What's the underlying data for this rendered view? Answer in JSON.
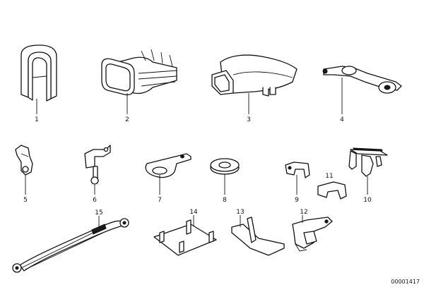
{
  "parts": [
    {
      "number": "1",
      "icon": "end-cap-icon"
    },
    {
      "number": "2",
      "icon": "boot-cover-icon"
    },
    {
      "number": "3",
      "icon": "terminal-cover-icon"
    },
    {
      "number": "4",
      "icon": "cable-holder-icon"
    },
    {
      "number": "5",
      "icon": "cable-clip-icon"
    },
    {
      "number": "6",
      "icon": "cable-clip-icon"
    },
    {
      "number": "7",
      "icon": "bracket-icon"
    },
    {
      "number": "8",
      "icon": "grommet-icon"
    },
    {
      "number": "9",
      "icon": "clip-icon"
    },
    {
      "number": "10",
      "icon": "clip-strip-icon"
    },
    {
      "number": "11",
      "icon": "clip-icon"
    },
    {
      "number": "12",
      "icon": "holder-icon"
    },
    {
      "number": "13",
      "icon": "bracket-icon"
    },
    {
      "number": "14",
      "icon": "mounting-plate-icon"
    },
    {
      "number": "15",
      "icon": "ground-strap-icon"
    }
  ],
  "document_number": "00001417"
}
